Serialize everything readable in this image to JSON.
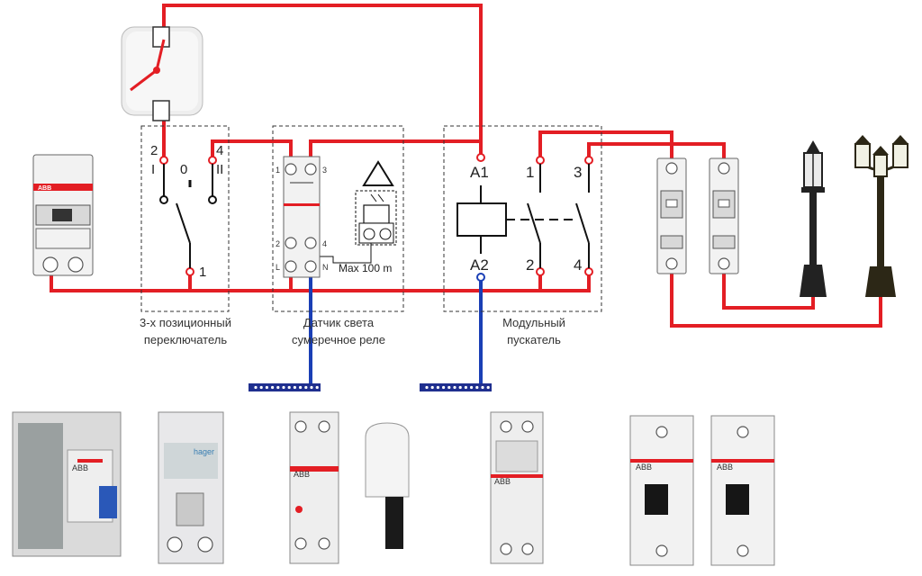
{
  "terminals": {
    "switch": {
      "t2": "2",
      "t4": "4",
      "pos_i": "I",
      "pos_0": "0",
      "pos_ii": "II",
      "t1": "1"
    },
    "relay_photo": {
      "t1": "1",
      "t3": "3",
      "t2": "2",
      "t4": "4",
      "tL": "L",
      "tN": "N"
    },
    "contactor": {
      "a1": "A1",
      "a2": "A2",
      "t1": "1",
      "t3": "3",
      "t2": "2",
      "t4": "4"
    }
  },
  "annotations": {
    "max_distance": "Max 100 m",
    "switch_caption": [
      "3-х позиционный",
      "переключатель"
    ],
    "photo_relay_caption": [
      "Датчик света",
      "сумеречное реле"
    ],
    "contactor_caption": [
      "Модульный",
      "пускатель"
    ]
  },
  "brand": {
    "abb": "ABB",
    "hager": "hager"
  },
  "colors": {
    "phase_wire": "#e31e24",
    "neutral_wire": "#1a3fb5",
    "neutral_bus": "#1a3fb5",
    "bus_bar": "#1f2f8f"
  },
  "icons": [
    "rotary-switch-icon",
    "rcbo-icon",
    "circuit-breaker-icon",
    "street-lamp-icon",
    "street-lamp-triple-icon",
    "neutral-busbar-icon",
    "light-sensor-icon"
  ]
}
